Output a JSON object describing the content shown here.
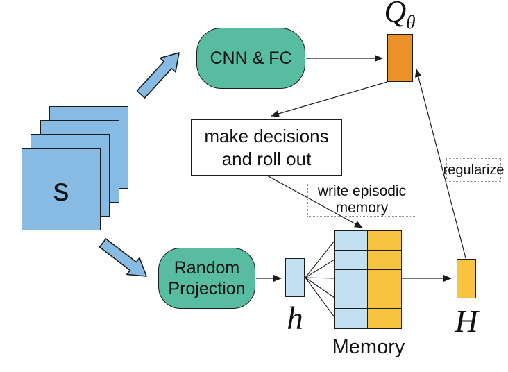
{
  "colors": {
    "teal": "#57bca0",
    "blue": "#88bbe4",
    "lightblue": "#c2e0f2",
    "orange": "#ec9129",
    "yellow": "#f9c440"
  },
  "nodes": {
    "state": {
      "label": "s"
    },
    "cnn": {
      "label": "CNN & FC"
    },
    "random_projection": {
      "line1": "Random",
      "line2": "Projection"
    },
    "q": {
      "base": "Q",
      "sub": "θ"
    },
    "decisions": {
      "line1": "make decisions",
      "line2": "and roll out"
    },
    "write_note": {
      "line1": "write episodic",
      "line2": "memory"
    },
    "regularize": {
      "label": "regularize"
    },
    "h_vec": {
      "label": "h"
    },
    "H_vec": {
      "label": "H"
    },
    "memory": {
      "label": "Memory",
      "rows": 5,
      "cols": 2
    }
  }
}
